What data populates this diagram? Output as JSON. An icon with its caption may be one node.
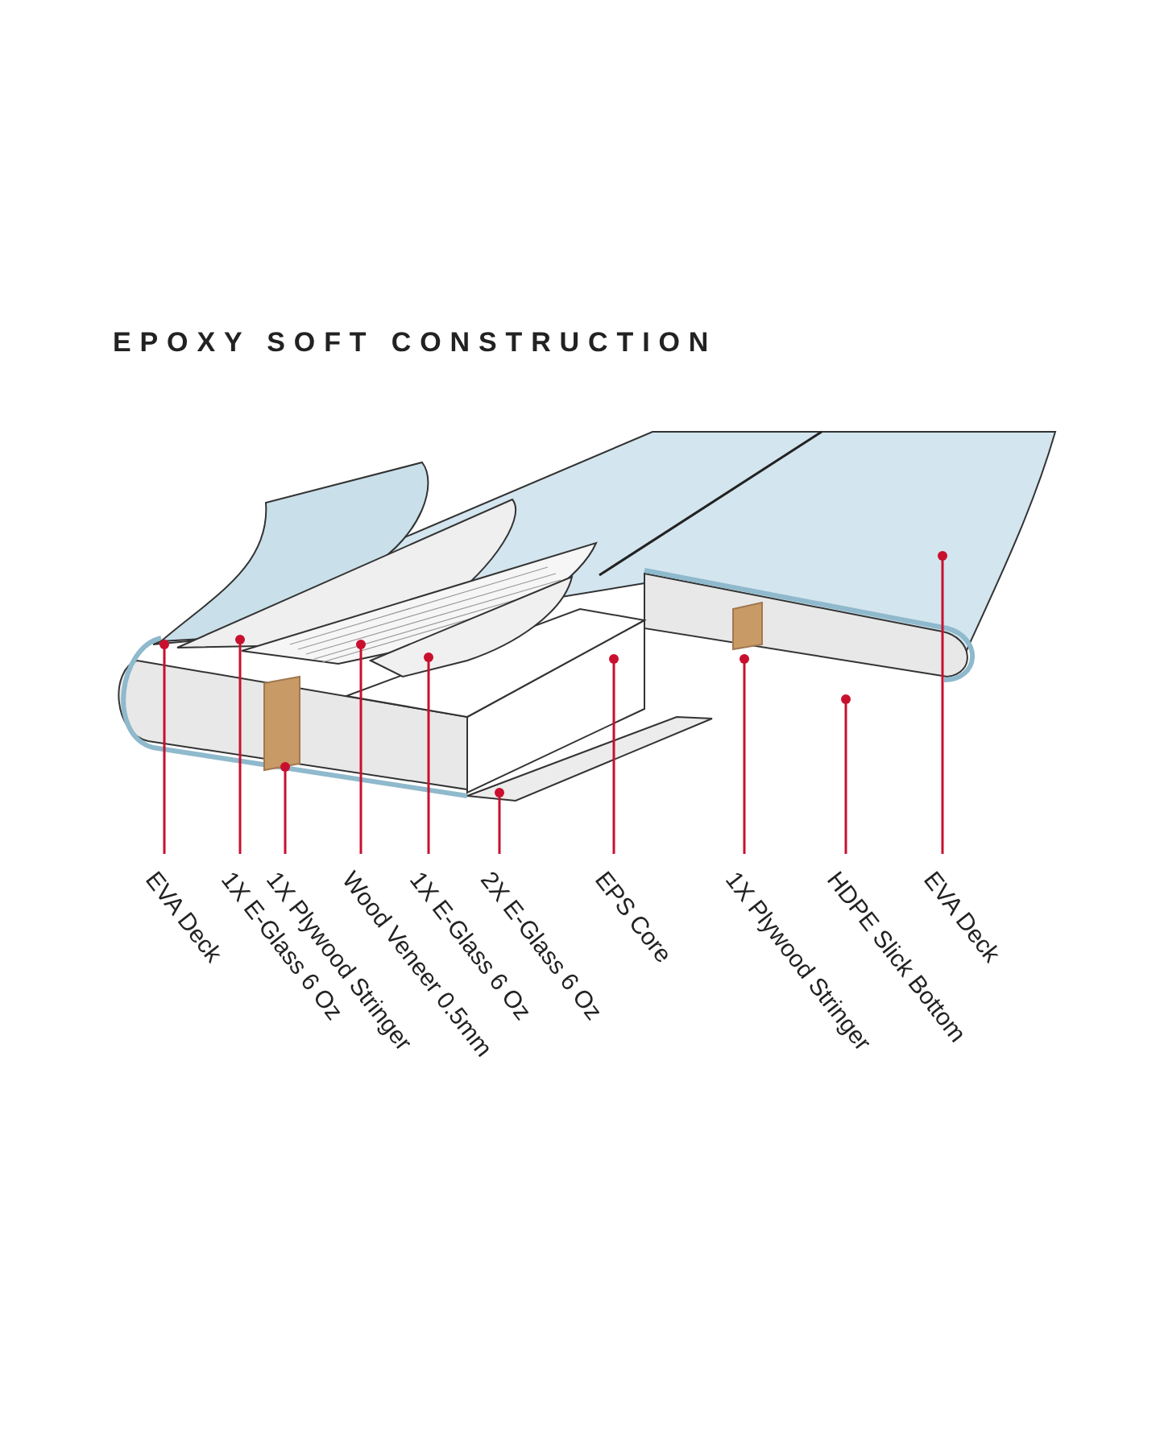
{
  "diagram": {
    "title": "EPOXY SOFT CONSTRUCTION",
    "nodes": [
      {
        "text": [
          "EVA Deck"
        ]
      },
      {
        "text": [
          "1X E-Glass 6 Oz"
        ]
      },
      {
        "text": [
          "1X Plywood Stringer"
        ]
      },
      {
        "text": [
          "Wood Veneer 0.5mm"
        ]
      },
      {
        "text": [
          "1X E-Glass 6 Oz"
        ]
      },
      {
        "text": [
          "2X E-Glass 6 Oz"
        ]
      },
      {
        "text": [
          "EPS Core"
        ]
      },
      {
        "text": [
          "1X Plywood Stringer"
        ]
      },
      {
        "text": [
          "HDPE Slick Bottom"
        ]
      },
      {
        "text": [
          "EVA Deck"
        ]
      }
    ],
    "edges": [
      {
        "from": 0,
        "to": null,
        "arrow": "other"
      },
      {
        "from": 1,
        "to": null,
        "arrow": "other"
      },
      {
        "from": 2,
        "to": null,
        "arrow": "other"
      },
      {
        "from": 3,
        "to": null,
        "arrow": "other"
      },
      {
        "from": 4,
        "to": null,
        "arrow": "other"
      },
      {
        "from": 5,
        "to": null,
        "arrow": "other"
      },
      {
        "from": 6,
        "to": null,
        "arrow": "other"
      },
      {
        "from": 7,
        "to": null,
        "arrow": "other"
      },
      {
        "from": 8,
        "to": null,
        "arrow": "other"
      },
      {
        "from": 9,
        "to": null,
        "arrow": "other"
      }
    ]
  }
}
